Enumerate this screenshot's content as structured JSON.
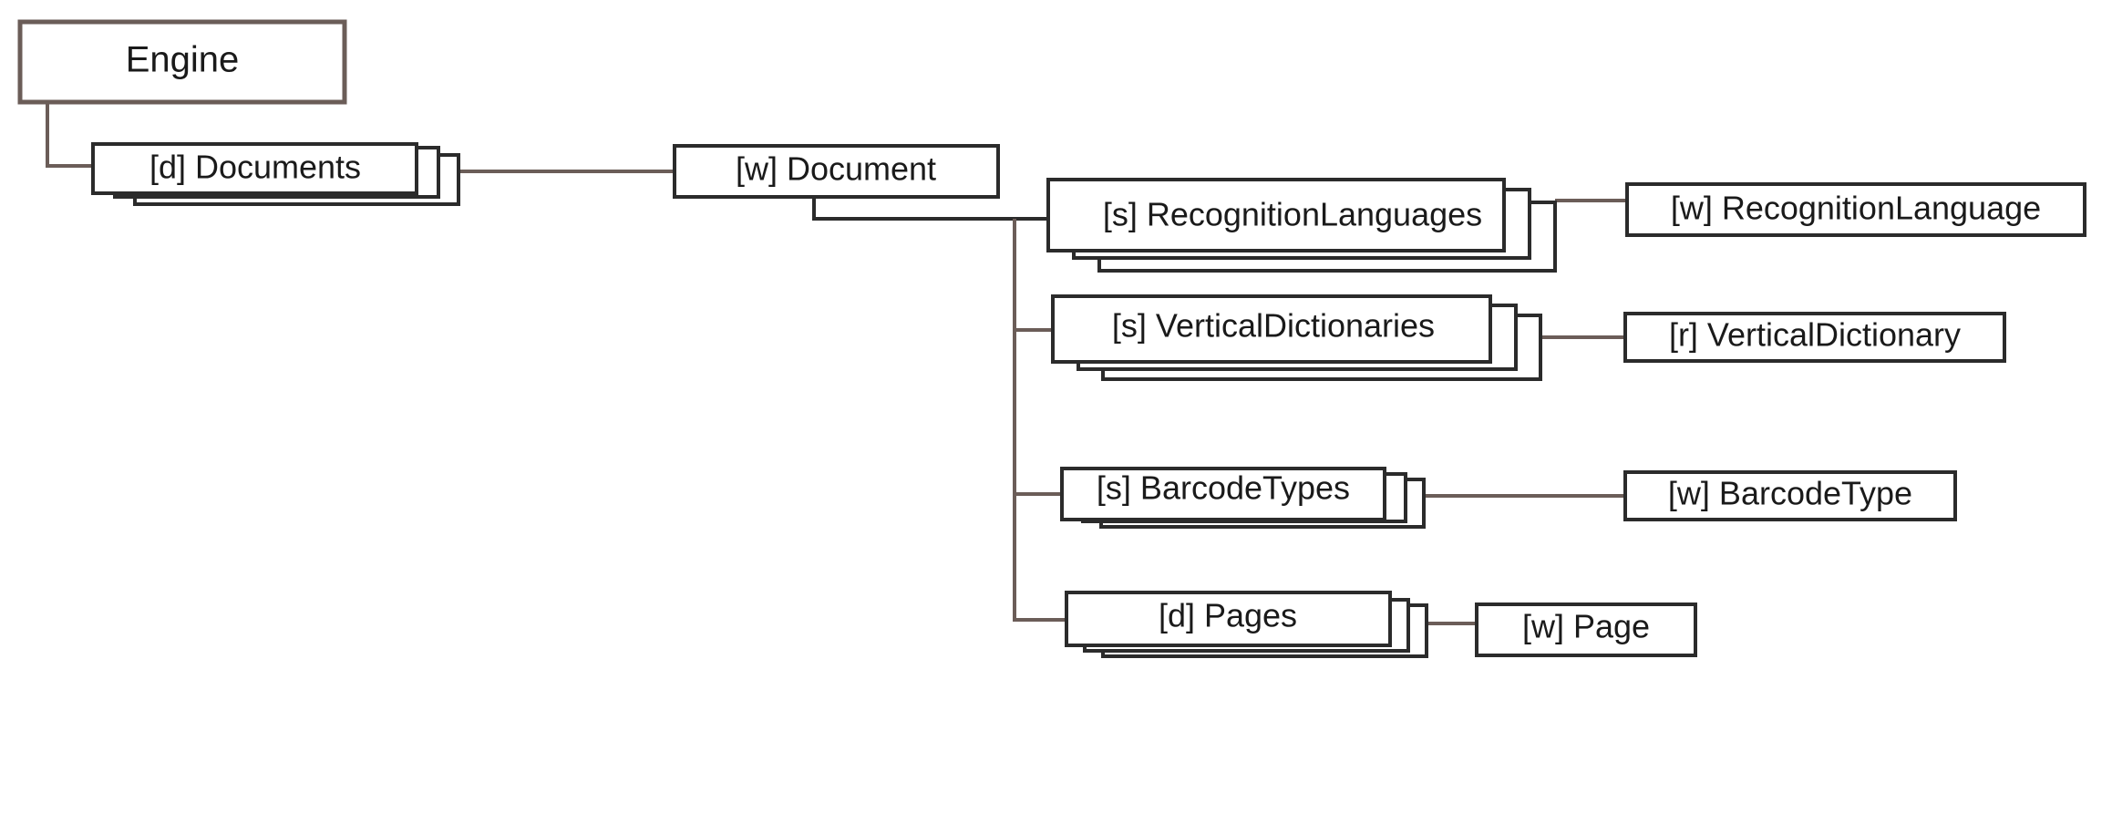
{
  "colors": {
    "page_fill": "#8fba68",
    "pages_fill": "#f1efe8",
    "box_stroke": "#2b2b2b",
    "connector": "#6b5d58"
  },
  "nodes": {
    "engine": "Engine",
    "documents": "[d] Documents",
    "document": "[w] Document",
    "recognition_languages": "[s] RecognitionLanguages",
    "recognition_language": "[w] RecognitionLanguage",
    "vertical_dictionaries": "[s] VerticalDictionaries",
    "vertical_dictionary": "[r] VerticalDictionary",
    "barcode_types": "[s] BarcodeTypes",
    "barcode_type": "[w] BarcodeType",
    "pages": "[d] Pages",
    "page": "[w] Page"
  }
}
